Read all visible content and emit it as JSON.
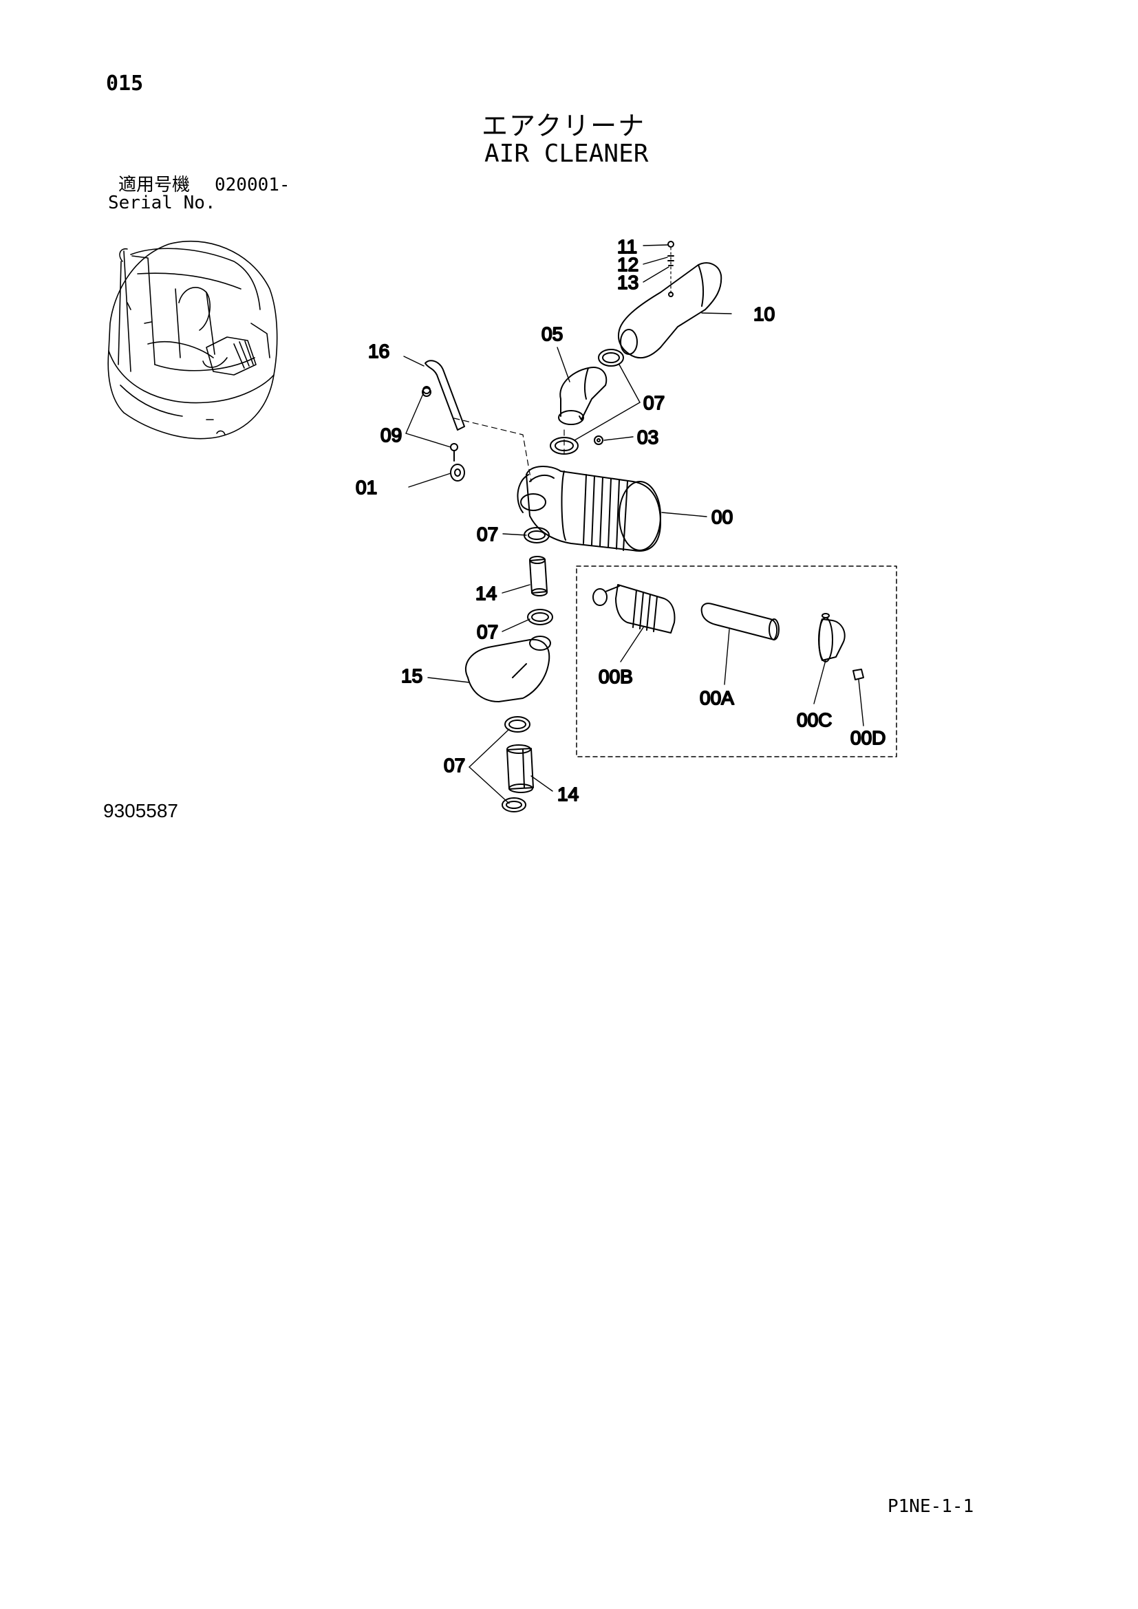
{
  "page_number": "015",
  "title_jp": "エアクリーナ",
  "title_en": "AIR CLEANER",
  "serial": {
    "label_jp": "適用号機",
    "label_en": "Serial No.",
    "value": "020001-"
  },
  "callouts": {
    "c11": "11",
    "c12": "12",
    "c13": "13",
    "c10": "10",
    "c05": "05",
    "c16": "16",
    "c07_top": "07",
    "c09": "09",
    "c03": "03",
    "c01": "01",
    "c00": "00",
    "c07_a": "07",
    "c14_a": "14",
    "c07_b": "07",
    "c15": "15",
    "c07_c": "07",
    "c14_b": "14",
    "c00B": "00B",
    "c00A": "00A",
    "c00C": "00C",
    "c00D": "00D"
  },
  "drawing_number": "9305587",
  "page_code": "P1NE-1-1"
}
